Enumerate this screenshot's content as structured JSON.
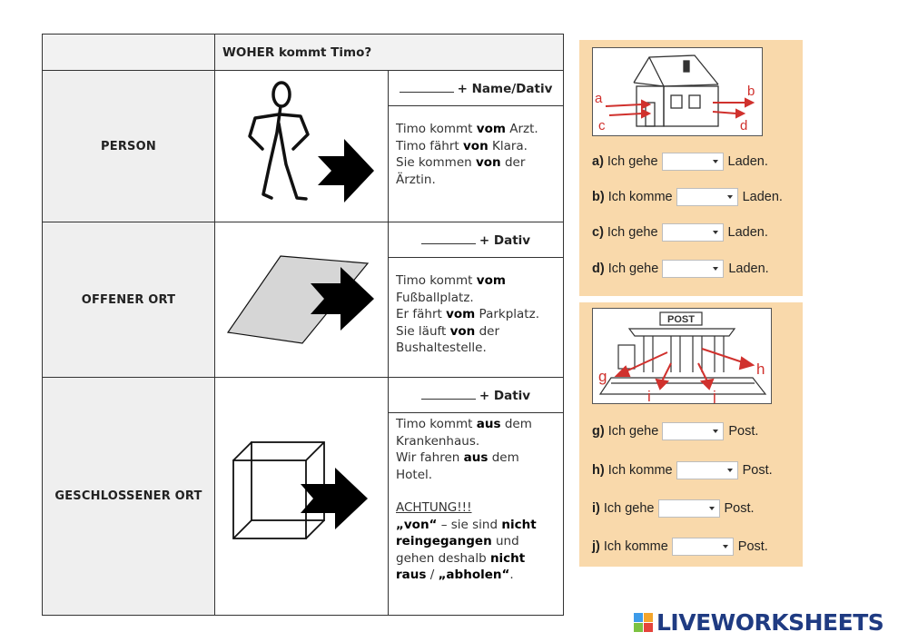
{
  "table": {
    "title": "WOHER kommt Timo?",
    "rows": [
      {
        "category": "PERSON",
        "rule": "+ Name/Dativ",
        "examples": [
          {
            "pre": "Timo kommt ",
            "bold": "vom",
            "post": " Arzt."
          },
          {
            "pre": "Timo fährt ",
            "bold": "von",
            "post": " Klara."
          },
          {
            "pre": "Sie kommen ",
            "bold": "von",
            "post": " der"
          },
          {
            "pre": "Ärztin.",
            "bold": "",
            "post": ""
          }
        ]
      },
      {
        "category": "OFFENER ORT",
        "rule": "+ Dativ",
        "examples": [
          {
            "pre": "Timo kommt ",
            "bold": "vom",
            "post": ""
          },
          {
            "pre": "Fußballplatz.",
            "bold": "",
            "post": ""
          },
          {
            "pre": "Er fährt ",
            "bold": "vom",
            "post": " Parkplatz."
          },
          {
            "pre": "Sie läuft ",
            "bold": "von",
            "post": " der"
          },
          {
            "pre": "Bushaltestelle.",
            "bold": "",
            "post": ""
          }
        ]
      },
      {
        "category": "GESCHLOSSENER ORT",
        "rule": "+ Dativ",
        "examples": [
          {
            "pre": "Timo kommt ",
            "bold": "aus",
            "post": " dem"
          },
          {
            "pre": "Krankenhaus.",
            "bold": "",
            "post": ""
          },
          {
            "pre": "Wir fahren ",
            "bold": "aus",
            "post": " dem"
          },
          {
            "pre": "Hotel.",
            "bold": "",
            "post": ""
          }
        ],
        "achtung": "ACHTUNG!!!",
        "note": [
          {
            "pre": "",
            "bold": "„von“",
            "post": " – sie sind "
          },
          {
            "pre": "",
            "bold": "nicht",
            "post": ""
          },
          {
            "pre": "",
            "bold": "reingegangen",
            "post": " und"
          },
          {
            "pre": "gehen deshalb ",
            "bold": "nicht",
            "post": ""
          },
          {
            "pre": "",
            "bold": "raus",
            "post": " / "
          },
          {
            "pre": "",
            "bold": "„abholen“",
            "post": "."
          }
        ]
      }
    ]
  },
  "laden_exercise": {
    "picture_labels": [
      "a",
      "b",
      "c",
      "d"
    ],
    "tasks": [
      {
        "label": "a)",
        "prefix": "Ich gehe",
        "suffix": "Laden."
      },
      {
        "label": "b)",
        "prefix": "Ich komme",
        "suffix": "Laden."
      },
      {
        "label": "c)",
        "prefix": "Ich gehe",
        "suffix": "Laden."
      },
      {
        "label": "d)",
        "prefix": "Ich gehe",
        "suffix": "Laden."
      }
    ]
  },
  "post_exercise": {
    "sign": "POST",
    "picture_labels": [
      "g",
      "h",
      "i",
      "j"
    ],
    "tasks": [
      {
        "label": "g)",
        "prefix": "Ich gehe",
        "suffix": "Post."
      },
      {
        "label": "h)",
        "prefix": "Ich komme",
        "suffix": "Post."
      },
      {
        "label": "i)",
        "prefix": "Ich gehe",
        "suffix": "Post."
      },
      {
        "label": "j)",
        "prefix": "Ich komme",
        "suffix": "Post."
      }
    ]
  },
  "footer": {
    "logo_text": "LIVEWORKSHEETS",
    "logo_colors": [
      "#3d9be9",
      "#f4a52b",
      "#7cc242",
      "#e5443c"
    ]
  },
  "colors": {
    "panel": "#f9d9ab",
    "label_red": "#d0312d",
    "logo_blue": "#1f3b82"
  }
}
